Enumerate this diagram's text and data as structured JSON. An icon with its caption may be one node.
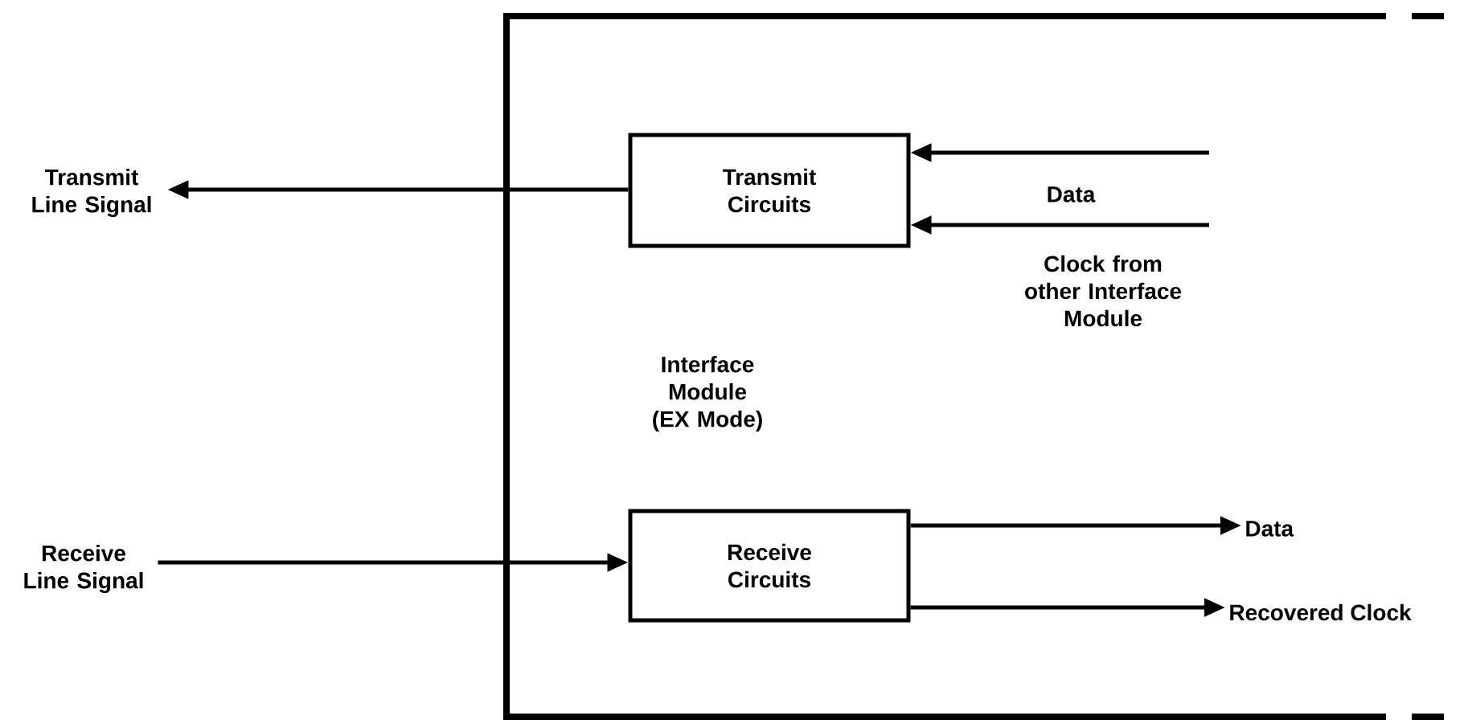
{
  "diagram": {
    "nodes": [
      {
        "text": [
          "Interface Module (EX Mode)"
        ]
      },
      {
        "text": [
          "Transmit Circuits"
        ],
        "in": 0
      },
      {
        "text": [
          "Receive Circuits"
        ],
        "in": 0
      },
      {
        "text": [
          "Transmit Line Signal"
        ]
      },
      {
        "text": [
          "Receive Line Signal"
        ]
      },
      {
        "text": [
          "Data"
        ],
        "in": 0
      },
      {
        "text": [
          "Recovered Clock"
        ],
        "in": 0
      }
    ],
    "edges": [
      {
        "from": 1,
        "to": 3,
        "arrow": "to"
      },
      {
        "from": null,
        "to": 1,
        "arrow": "to"
      },
      {
        "from": null,
        "to": 1,
        "arrow": "to"
      },
      {
        "from": 4,
        "to": 2,
        "arrow": "to"
      },
      {
        "from": 2,
        "to": 5,
        "arrow": "to"
      },
      {
        "from": 2,
        "to": 6,
        "arrow": "to"
      }
    ],
    "labels": [
      "Data",
      "Clock from other Interface Module"
    ]
  }
}
